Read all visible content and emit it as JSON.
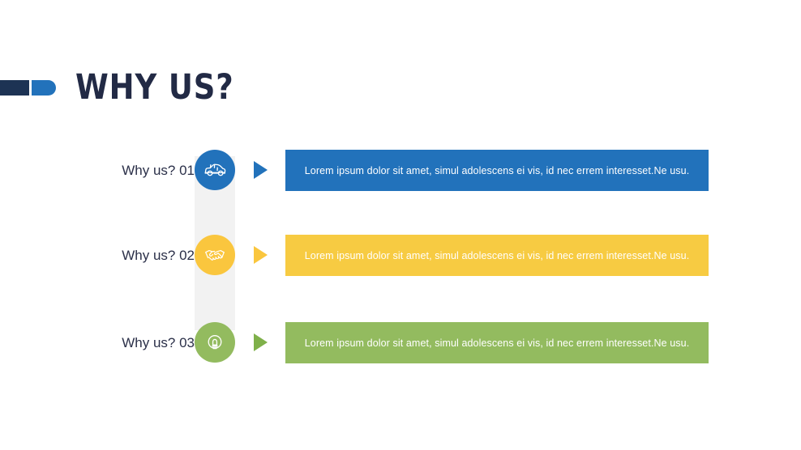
{
  "slide": {
    "title": "WHY US?",
    "decoration": {
      "dark_color": "#1d3354",
      "light_color": "#2272bb"
    }
  },
  "rows": [
    {
      "label": "Why us? 01",
      "icon": "car-icon",
      "circle_color": "#2272bb",
      "arrow_color": "#2272bb",
      "bar_color": "#2272bb",
      "text": "Lorem ipsum dolor sit amet, simul adolescens ei vis, id nec errem interesset.Ne usu."
    },
    {
      "label": "Why us? 02",
      "icon": "handshake-icon",
      "circle_color": "#fac63e",
      "arrow_color": "#fac63e",
      "bar_color": "#f7cb42",
      "text": "Lorem ipsum dolor sit amet, simul adolescens ei vis, id nec errem interesset.Ne usu."
    },
    {
      "label": "Why us? 03",
      "icon": "lightbulb-icon",
      "circle_color": "#93bb5f",
      "arrow_color": "#7fb04a",
      "bar_color": "#93bb5f",
      "text": "Lorem ipsum dolor sit amet, simul adolescens ei vis, id nec errem interesset.Ne usu."
    }
  ]
}
